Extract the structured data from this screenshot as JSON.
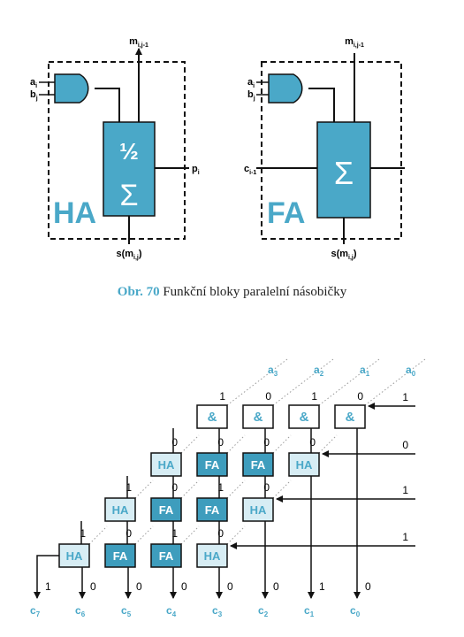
{
  "blocks": {
    "ha": {
      "name": "HA",
      "top_input": "m",
      "top_input_sub": "i,j-1",
      "input_a": "a",
      "input_a_sub": "i",
      "input_b": "b",
      "input_b_sub": "j",
      "half_symbol": "½",
      "sum_symbol": "Σ",
      "output_p": "p",
      "output_p_sub": "i",
      "bottom_output": "s(m",
      "bottom_output_sub": "i,j",
      "bottom_output_end": ")"
    },
    "fa": {
      "name": "FA",
      "top_input": "m",
      "top_input_sub": "i,j-1",
      "input_a": "a",
      "input_a_sub": "i",
      "input_b": "b",
      "input_b_sub": "j",
      "carry_in": "c",
      "carry_in_sub": "i-1",
      "sum_symbol": "Σ",
      "bottom_output": "s(m",
      "bottom_output_sub": "i,j",
      "bottom_output_end": ")"
    }
  },
  "caption": {
    "figure": "Obr. 70",
    "text": " Funkční bloky paralelní násobičky"
  },
  "multiplier": {
    "a_inputs": [
      {
        "name": "a",
        "sub": "3"
      },
      {
        "name": "a",
        "sub": "2"
      },
      {
        "name": "a",
        "sub": "1"
      },
      {
        "name": "a",
        "sub": "0"
      }
    ],
    "and_symbol": "&",
    "a_values": [
      "1",
      "0",
      "1",
      "0"
    ],
    "b_values": [
      "1",
      "0",
      "1",
      "1"
    ],
    "rows": [
      {
        "cells": [
          "HA",
          "FA",
          "FA",
          "HA"
        ],
        "top_values": [
          "0",
          "0",
          "0",
          "0"
        ]
      },
      {
        "cells": [
          "HA",
          "FA",
          "FA",
          "HA"
        ],
        "top_values": [
          "1",
          "0",
          "1",
          "0"
        ]
      },
      {
        "cells": [
          "HA",
          "FA",
          "FA",
          "HA"
        ],
        "top_values": [
          "1",
          "0",
          "1",
          "0"
        ]
      }
    ],
    "outputs": [
      {
        "name": "c",
        "sub": "7",
        "value": "1"
      },
      {
        "name": "c",
        "sub": "6",
        "value": "0"
      },
      {
        "name": "c",
        "sub": "5",
        "value": "0"
      },
      {
        "name": "c",
        "sub": "4",
        "value": "0"
      },
      {
        "name": "c",
        "sub": "3",
        "value": "0"
      },
      {
        "name": "c",
        "sub": "2",
        "value": "0"
      },
      {
        "name": "c",
        "sub": "1",
        "value": "1"
      },
      {
        "name": "c",
        "sub": "0",
        "value": "0"
      }
    ]
  },
  "colors": {
    "accent": "#4aa8c8",
    "light_cell": "#d7edf4",
    "dark_cell": "#3e9dbd",
    "line": "#111111",
    "dotted": "#999999",
    "label": "#4aa8c8"
  }
}
